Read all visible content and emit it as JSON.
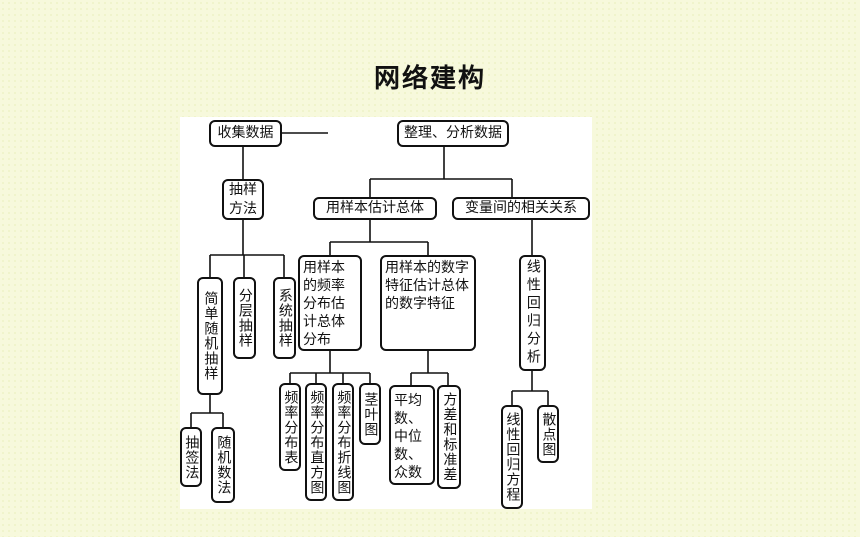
{
  "title": "网络建构",
  "nodes": {
    "collect": "收集数据",
    "organize": "整理、分析数据",
    "sampling_method": "抽样方法",
    "estimate_population": "用样本估计总体",
    "correlation": "变量间的相关关系",
    "simple_random": "简单随机抽样",
    "stratified": "分层抽样",
    "systematic": "系统抽样",
    "lottery": "抽签法",
    "random_number": "随机数法",
    "freq_distribution": "用样本的频率分布估计总体分布",
    "numeric_features": "用样本的数字特征估计总体的数字特征",
    "freq_table": "频率分布表",
    "freq_histogram": "频率分布直方图",
    "freq_polygon": "频率分布折线图",
    "stem_leaf": "茎叶图",
    "mean_median_mode": "平均数、中位数、众数",
    "variance_std": "方差和标准差",
    "linear_regression": "线性回归分析",
    "regression_equation": "线性回归方程",
    "scatter_plot": "散点图"
  }
}
